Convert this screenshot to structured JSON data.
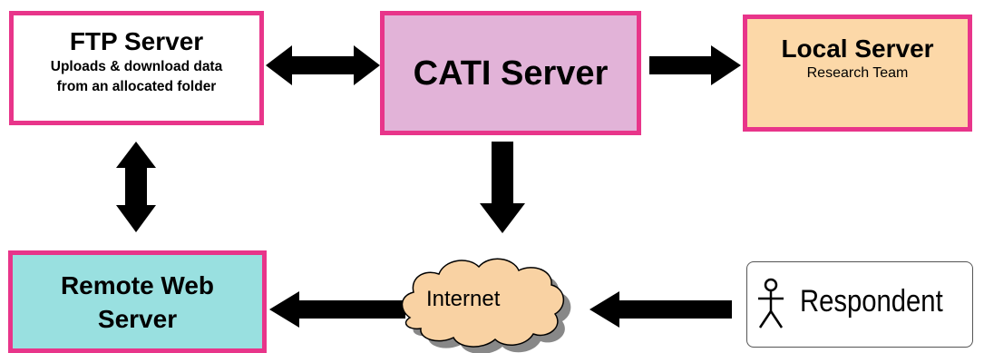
{
  "diagram": {
    "nodes": {
      "ftp_server": {
        "title": "FTP Server",
        "subtitle_line1": "Uploads & download data",
        "subtitle_line2": "from an allocated folder"
      },
      "cati_server": {
        "title": "CATI Server"
      },
      "local_server": {
        "title": "Local Server",
        "subtitle": "Research Team"
      },
      "remote_web_server": {
        "title_line1": "Remote Web",
        "title_line2": "Server"
      },
      "internet": {
        "label": "Internet"
      },
      "respondent": {
        "label": "Respondent",
        "icon": "person-stick-figure"
      }
    },
    "edges": [
      {
        "from": "ftp_server",
        "to": "cati_server",
        "direction": "bidirectional"
      },
      {
        "from": "cati_server",
        "to": "local_server",
        "direction": "forward"
      },
      {
        "from": "ftp_server",
        "to": "remote_web_server",
        "direction": "bidirectional"
      },
      {
        "from": "cati_server",
        "to": "internet",
        "direction": "forward"
      },
      {
        "from": "internet",
        "to": "remote_web_server",
        "direction": "forward"
      },
      {
        "from": "respondent",
        "to": "internet",
        "direction": "forward"
      }
    ],
    "colors": {
      "border": "#e8358a",
      "cati_fill": "#e2b3d8",
      "local_fill": "#fcd8a8",
      "remote_fill": "#99e0e0",
      "cloud_fill": "#f9d2a3",
      "arrow": "#000000"
    }
  }
}
